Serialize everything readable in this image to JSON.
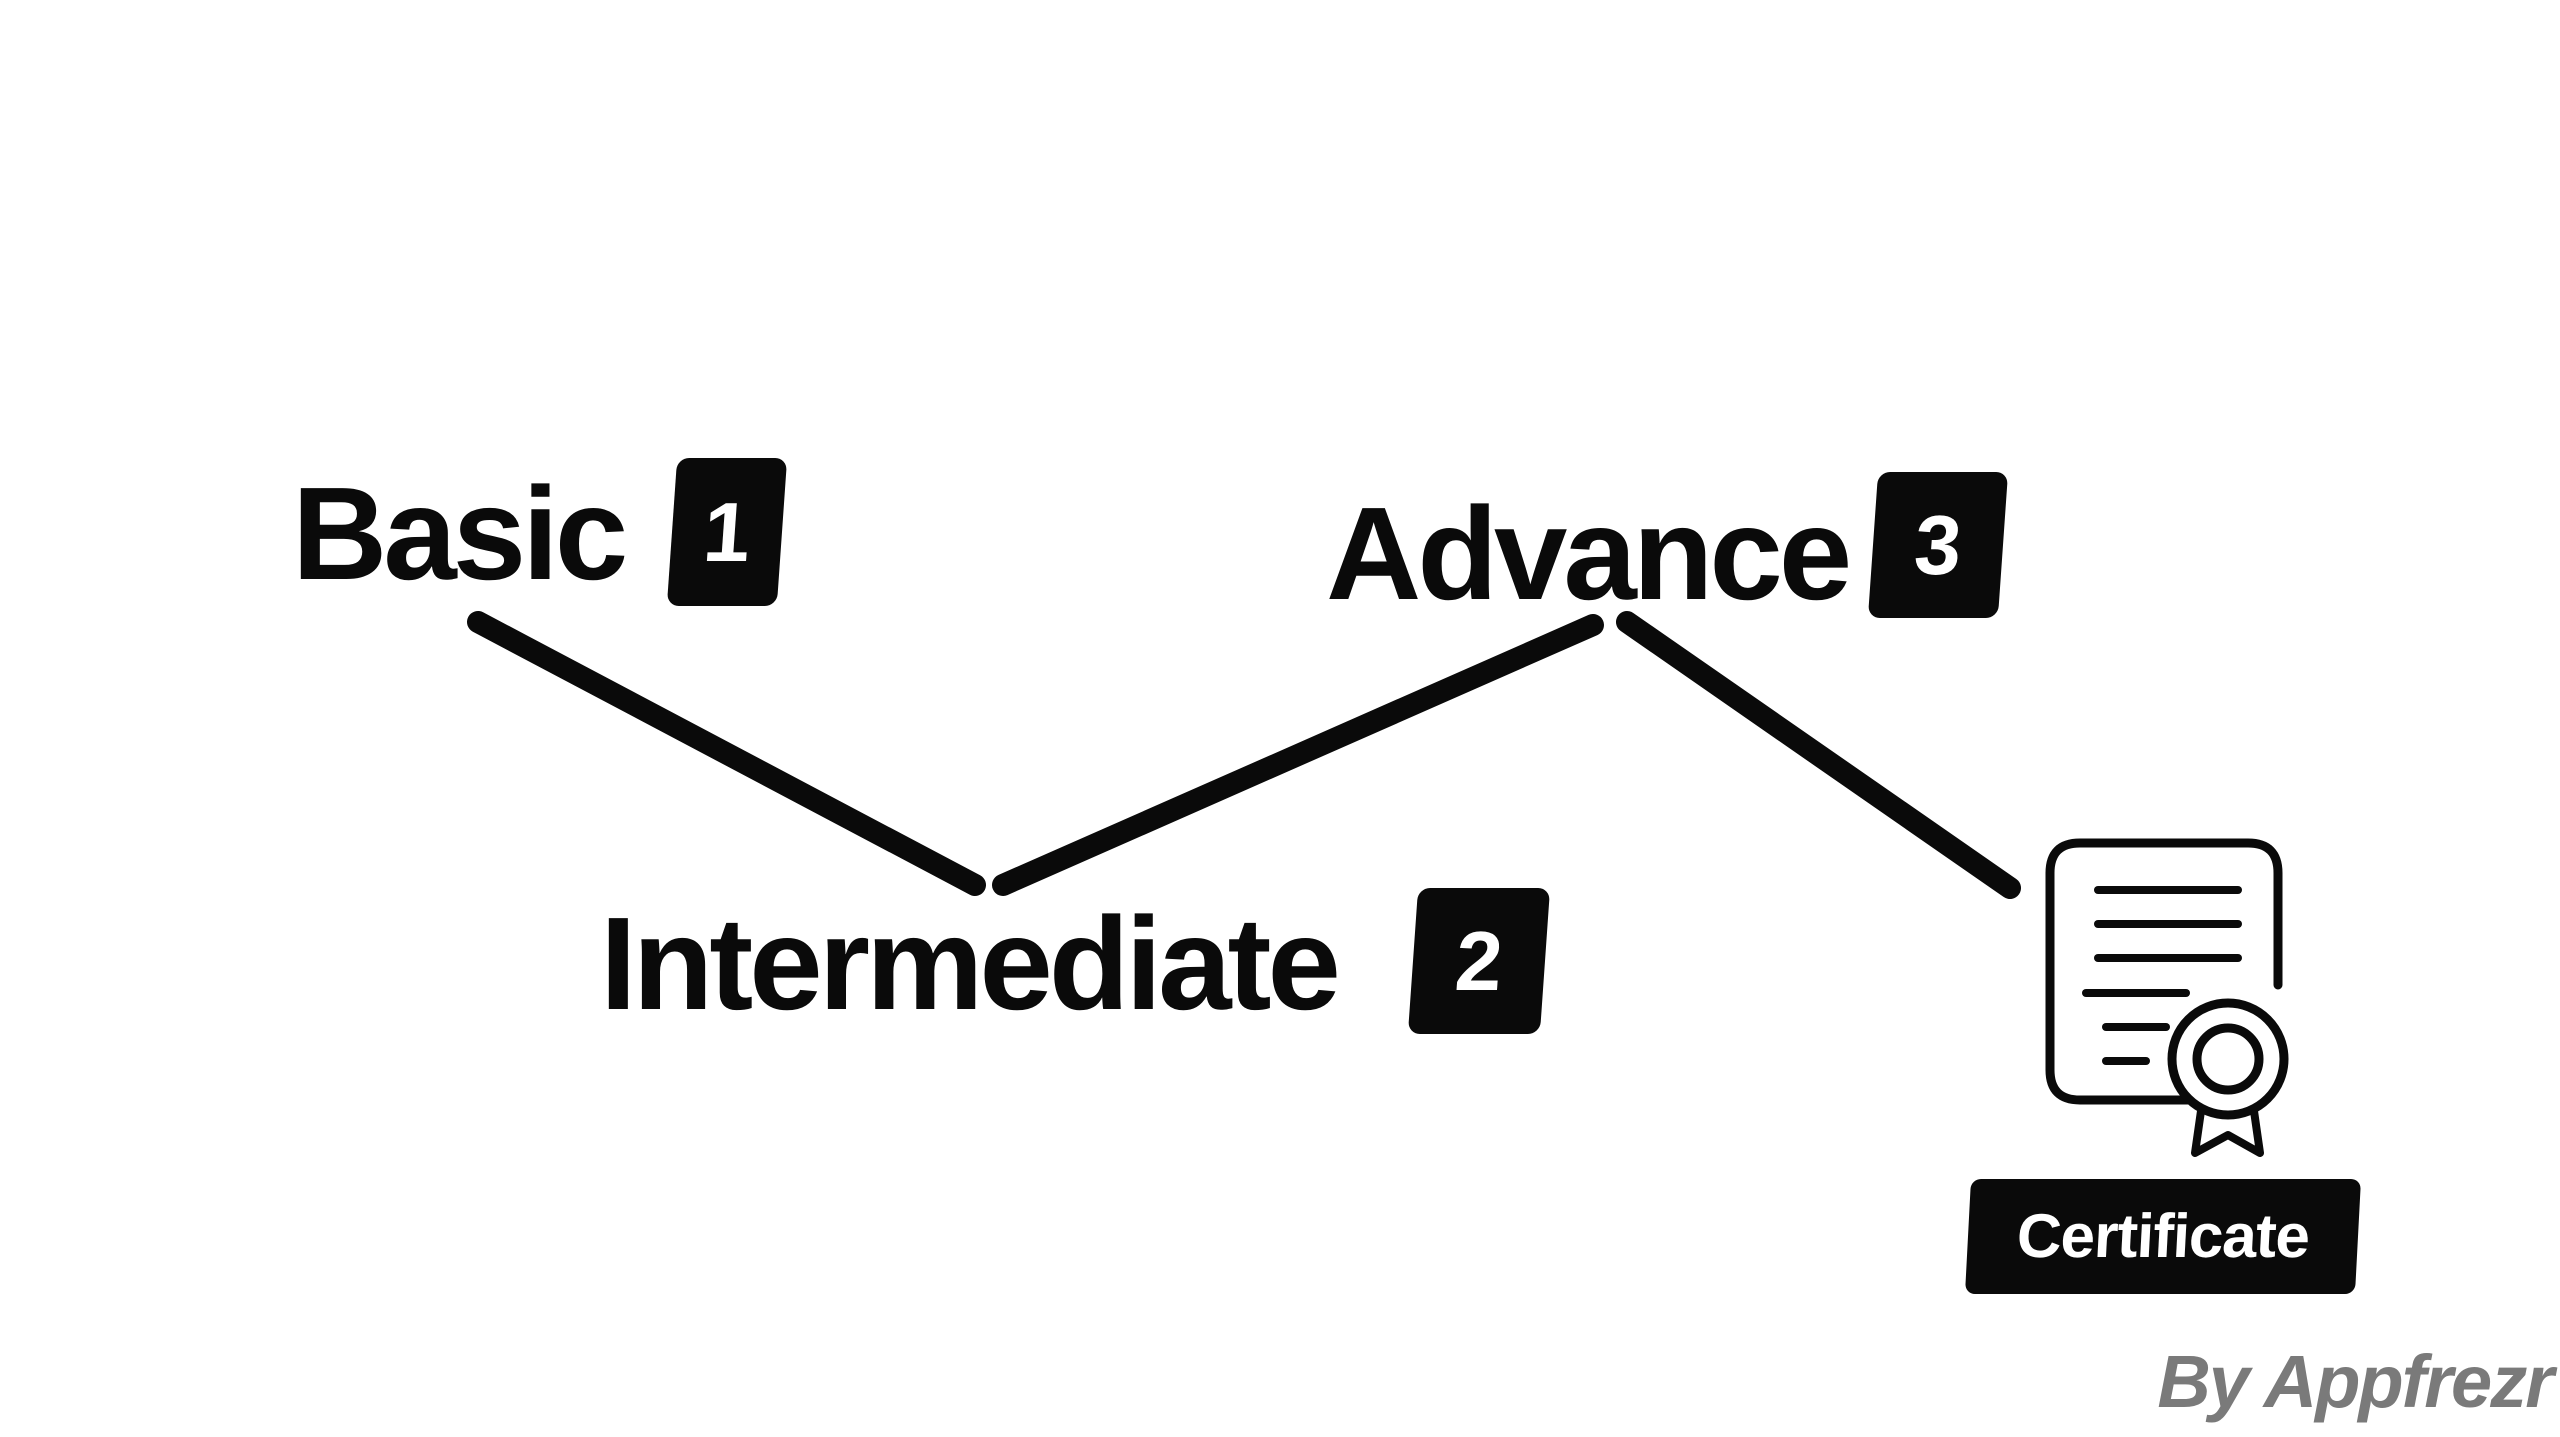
{
  "stages": [
    {
      "label": "Basic",
      "step": "1"
    },
    {
      "label": "Intermediate",
      "step": "2"
    },
    {
      "label": "Advance",
      "step": "3"
    }
  ],
  "certificate": {
    "label": "Certificate",
    "icon": "certificate-icon"
  },
  "watermark": "By Appfrezr",
  "colors": {
    "ink": "#0a0a0a",
    "background": "#ffffff",
    "watermark": "#7a7a7a"
  }
}
